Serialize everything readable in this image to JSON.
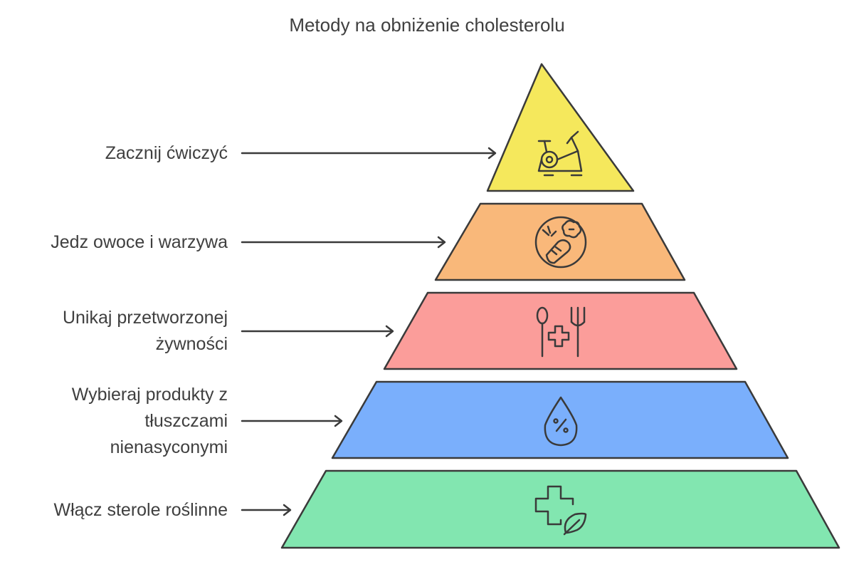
{
  "title": "Metody na obniżenie cholesterolu",
  "levels": [
    {
      "lines": [
        "Zacznij  ćwiczyć"
      ],
      "color": "#f5e85c",
      "icon": "exercise-bike-icon"
    },
    {
      "lines": [
        "Jedz owoce i warzywa"
      ],
      "color": "#f9b87a",
      "icon": "fruits-vegetables-icon"
    },
    {
      "lines": [
        "Unikaj przetworzonej",
        "żywności"
      ],
      "color": "#fb9d9a",
      "icon": "spoon-fork-health-icon"
    },
    {
      "lines": [
        "Wybieraj produkty z",
        "tłuszczami",
        "nienasyconymi"
      ],
      "color": "#7aaffc",
      "icon": "drop-percent-icon"
    },
    {
      "lines": [
        "Włącz sterole roślinne"
      ],
      "color": "#82e6b0",
      "icon": "health-cross-leaf-icon"
    }
  ]
}
